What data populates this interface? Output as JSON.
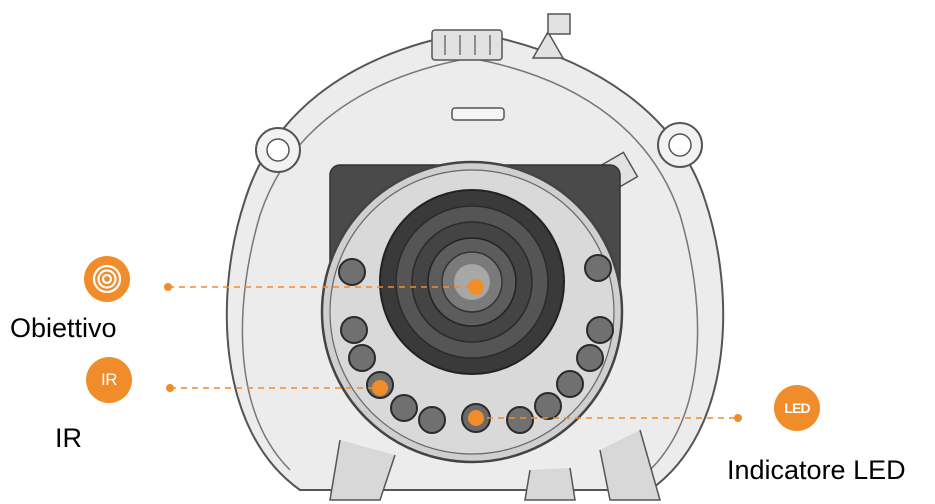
{
  "labels": {
    "lens": "Obiettivo",
    "ir": "IR",
    "led": "Indicatore LED"
  },
  "badges": {
    "lens_icon": "concentric-rings-icon",
    "ir_text": "IR",
    "led_text": "LED"
  },
  "colors": {
    "accent": "#f08c2a",
    "camera_body": "#e8e8e8",
    "camera_outline": "#555555",
    "lens_dark": "#3a3a3a"
  }
}
